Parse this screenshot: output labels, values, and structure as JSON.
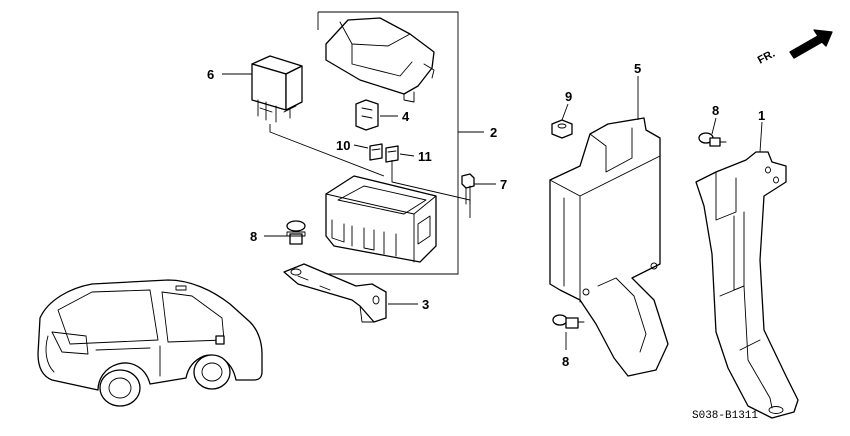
{
  "diagram": {
    "drawing_code": "S038-B1311",
    "front_label": "FR.",
    "callouts": {
      "c1": "1",
      "c2": "2",
      "c3": "3",
      "c4": "4",
      "c5": "5",
      "c6": "6",
      "c7": "7",
      "c8a": "8",
      "c8b": "8",
      "c8c": "8",
      "c9": "9",
      "c10": "10",
      "c11": "11"
    }
  }
}
